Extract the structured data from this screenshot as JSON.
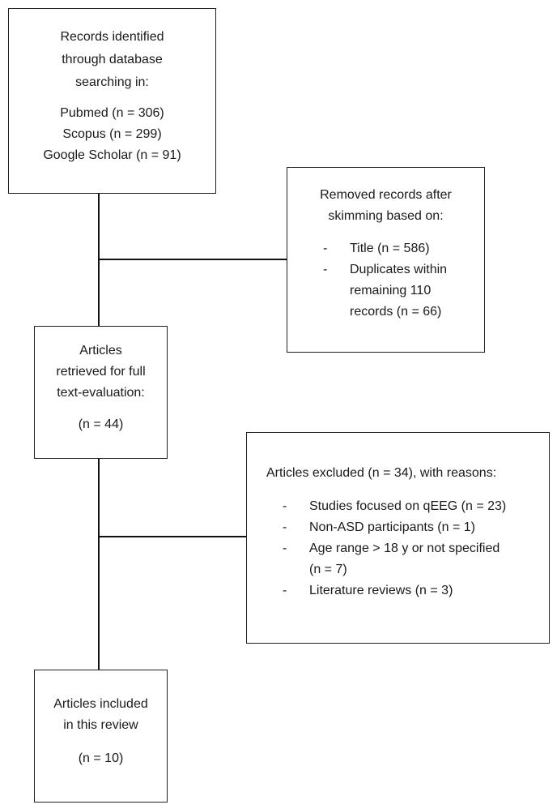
{
  "box1": {
    "lines": [
      "Records identified",
      "through database",
      "searching in:"
    ],
    "sources": [
      "Pubmed (n = 306)",
      "Scopus (n = 299)",
      "Google Scholar (n = 91)"
    ]
  },
  "box2": {
    "heading": [
      "Removed records after",
      "skimming based on:"
    ],
    "bullet_marker": "-",
    "items": [
      {
        "lines": [
          "Title (n = 586)"
        ]
      },
      {
        "lines": [
          "Duplicates within",
          "remaining 110",
          "records (n = 66)"
        ]
      }
    ]
  },
  "box3": {
    "lines": [
      "Articles",
      "retrieved for full",
      "text-evaluation:"
    ],
    "count": "(n = 44)"
  },
  "box4": {
    "heading": "Articles excluded (n = 34), with reasons:",
    "bullet_marker": "-",
    "items": [
      {
        "lines": [
          "Studies focused on qEEG (n = 23)"
        ]
      },
      {
        "lines": [
          "Non-ASD participants (n = 1)"
        ]
      },
      {
        "lines": [
          "Age range > 18 y or not specified",
          "(n = 7)"
        ]
      },
      {
        "lines": [
          "Literature reviews (n = 3)"
        ]
      }
    ]
  },
  "box5": {
    "lines": [
      "Articles included",
      "in this review"
    ],
    "count": "(n = 10)"
  }
}
